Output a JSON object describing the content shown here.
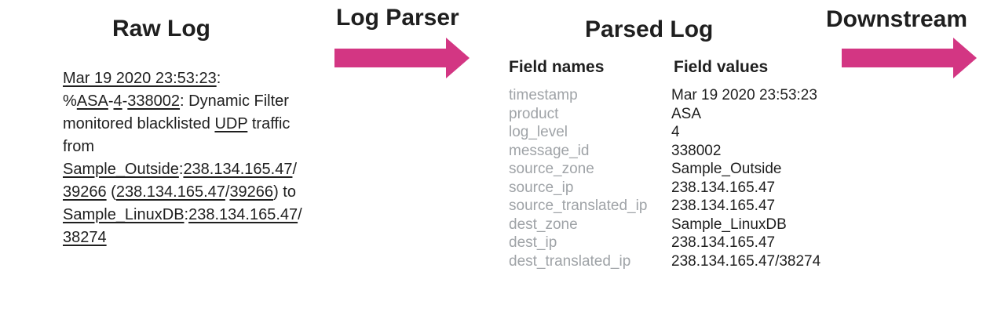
{
  "colors": {
    "arrow_pink": "#d33683",
    "field_name_gray": "#9fa3a7",
    "text_ink": "#1f1f1f",
    "background": "#ffffff"
  },
  "stages": {
    "raw_log_title": "Raw Log",
    "log_parser_label": "Log Parser",
    "parsed_log_title": "Parsed Log",
    "downstream_label": "Downstream"
  },
  "raw_log": {
    "lines": [
      [
        {
          "t": "Mar 19 2020 23:53:23",
          "u": true
        },
        {
          "t": ":",
          "u": false
        }
      ],
      [
        {
          "t": "%",
          "u": false
        },
        {
          "t": "ASA",
          "u": true
        },
        {
          "t": "-",
          "u": false
        },
        {
          "t": "4",
          "u": true
        },
        {
          "t": "-",
          "u": false
        },
        {
          "t": "338002",
          "u": true
        },
        {
          "t": ": Dynamic Filter",
          "u": false
        }
      ],
      [
        {
          "t": "monitored blacklisted ",
          "u": false
        },
        {
          "t": "UDP",
          "u": true
        },
        {
          "t": " traffic",
          "u": false
        }
      ],
      [
        {
          "t": "from",
          "u": false
        }
      ],
      [
        {
          "t": "Sample_Outside",
          "u": true
        },
        {
          "t": ":",
          "u": false
        },
        {
          "t": "238.134.165.47",
          "u": true
        },
        {
          "t": "/",
          "u": false
        }
      ],
      [
        {
          "t": "39266",
          "u": true
        },
        {
          "t": " (",
          "u": false
        },
        {
          "t": "238.134.165.47",
          "u": true
        },
        {
          "t": "/",
          "u": false
        },
        {
          "t": "39266",
          "u": true
        },
        {
          "t": ") to",
          "u": false
        }
      ],
      [
        {
          "t": "Sample_LinuxDB",
          "u": true
        },
        {
          "t": ":",
          "u": false
        },
        {
          "t": "238.134.165.47",
          "u": true
        },
        {
          "t": "/",
          "u": false
        }
      ],
      [
        {
          "t": "38274",
          "u": true
        }
      ]
    ]
  },
  "parsed_log": {
    "headers": {
      "names": "Field names",
      "values": "Field values"
    },
    "fields": [
      {
        "name": "timestamp",
        "value": "Mar 19 2020 23:53:23"
      },
      {
        "name": "product",
        "value": "ASA"
      },
      {
        "name": "log_level",
        "value": "4"
      },
      {
        "name": "message_id",
        "value": "338002"
      },
      {
        "name": "source_zone",
        "value": "Sample_Outside"
      },
      {
        "name": "source_ip",
        "value": "238.134.165.47"
      },
      {
        "name": "source_translated_ip",
        "value": "238.134.165.47"
      },
      {
        "name": "dest_zone",
        "value": "Sample_LinuxDB"
      },
      {
        "name": "dest_ip",
        "value": "238.134.165.47"
      },
      {
        "name": "dest_translated_ip",
        "value": "238.134.165.47/38274"
      }
    ]
  }
}
